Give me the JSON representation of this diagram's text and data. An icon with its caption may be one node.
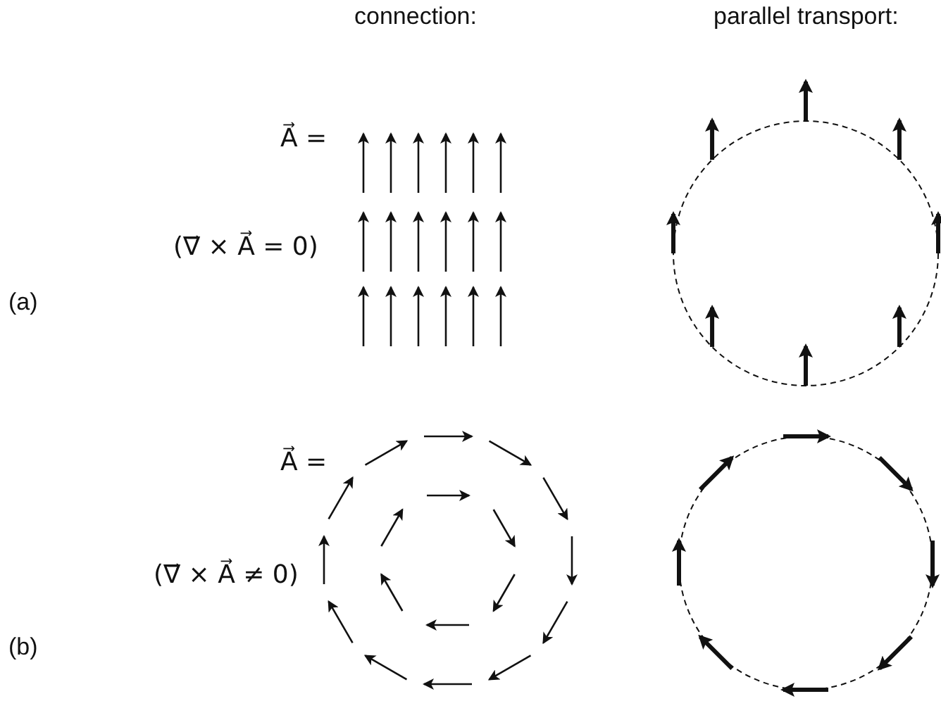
{
  "diagram": {
    "labels": [
      "connection:",
      "parallel transport:",
      "A⃗ =",
      "(∇⃗ × A⃗ = 0)",
      "(a)",
      "A⃗ =",
      "(∇⃗ × A⃗ ≠ 0)",
      "(b)"
    ]
  }
}
